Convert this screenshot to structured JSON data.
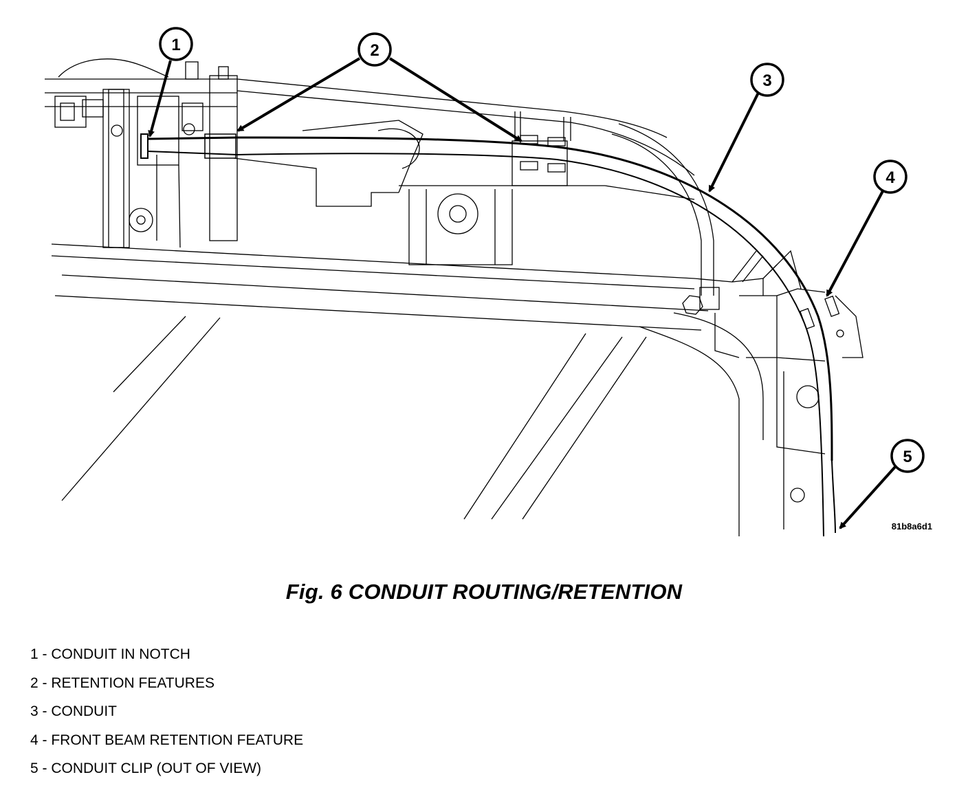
{
  "figure": {
    "caption": "Fig. 6 CONDUIT ROUTING/RETENTION",
    "image_code": "81b8a6d1"
  },
  "callouts": [
    {
      "number": "1"
    },
    {
      "number": "2"
    },
    {
      "number": "3"
    },
    {
      "number": "4"
    },
    {
      "number": "5"
    }
  ],
  "legend": [
    {
      "text": "1 - CONDUIT IN NOTCH"
    },
    {
      "text": "2 - RETENTION FEATURES"
    },
    {
      "text": "3 - CONDUIT"
    },
    {
      "text": "4 - FRONT BEAM RETENTION FEATURE"
    },
    {
      "text": "5 - CONDUIT CLIP (OUT OF VIEW)"
    }
  ]
}
